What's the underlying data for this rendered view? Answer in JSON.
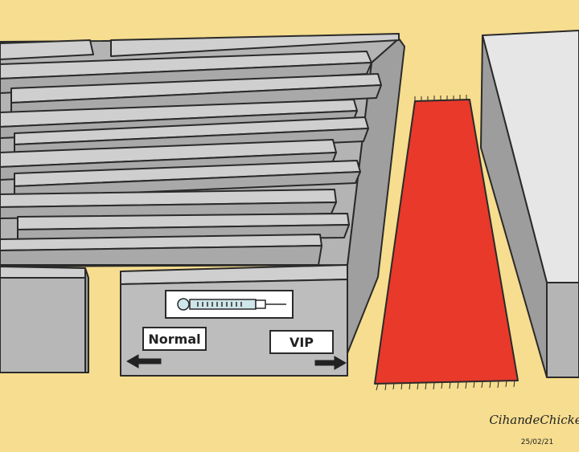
{
  "scene": {
    "signs": {
      "normal": "Normal",
      "vip": "VIP"
    },
    "signature": {
      "name": "CihandeChickere",
      "date": "25/02/21"
    },
    "icons": [
      "syringe-icon",
      "arrow-left-icon",
      "arrow-right-icon"
    ],
    "colors": {
      "background": "#f6dd8f",
      "maze_wall_top": "#c8c8c8",
      "maze_wall_side": "#a7a7a7",
      "red_carpet": "#e8392b",
      "outline": "#2a2a2a"
    }
  }
}
